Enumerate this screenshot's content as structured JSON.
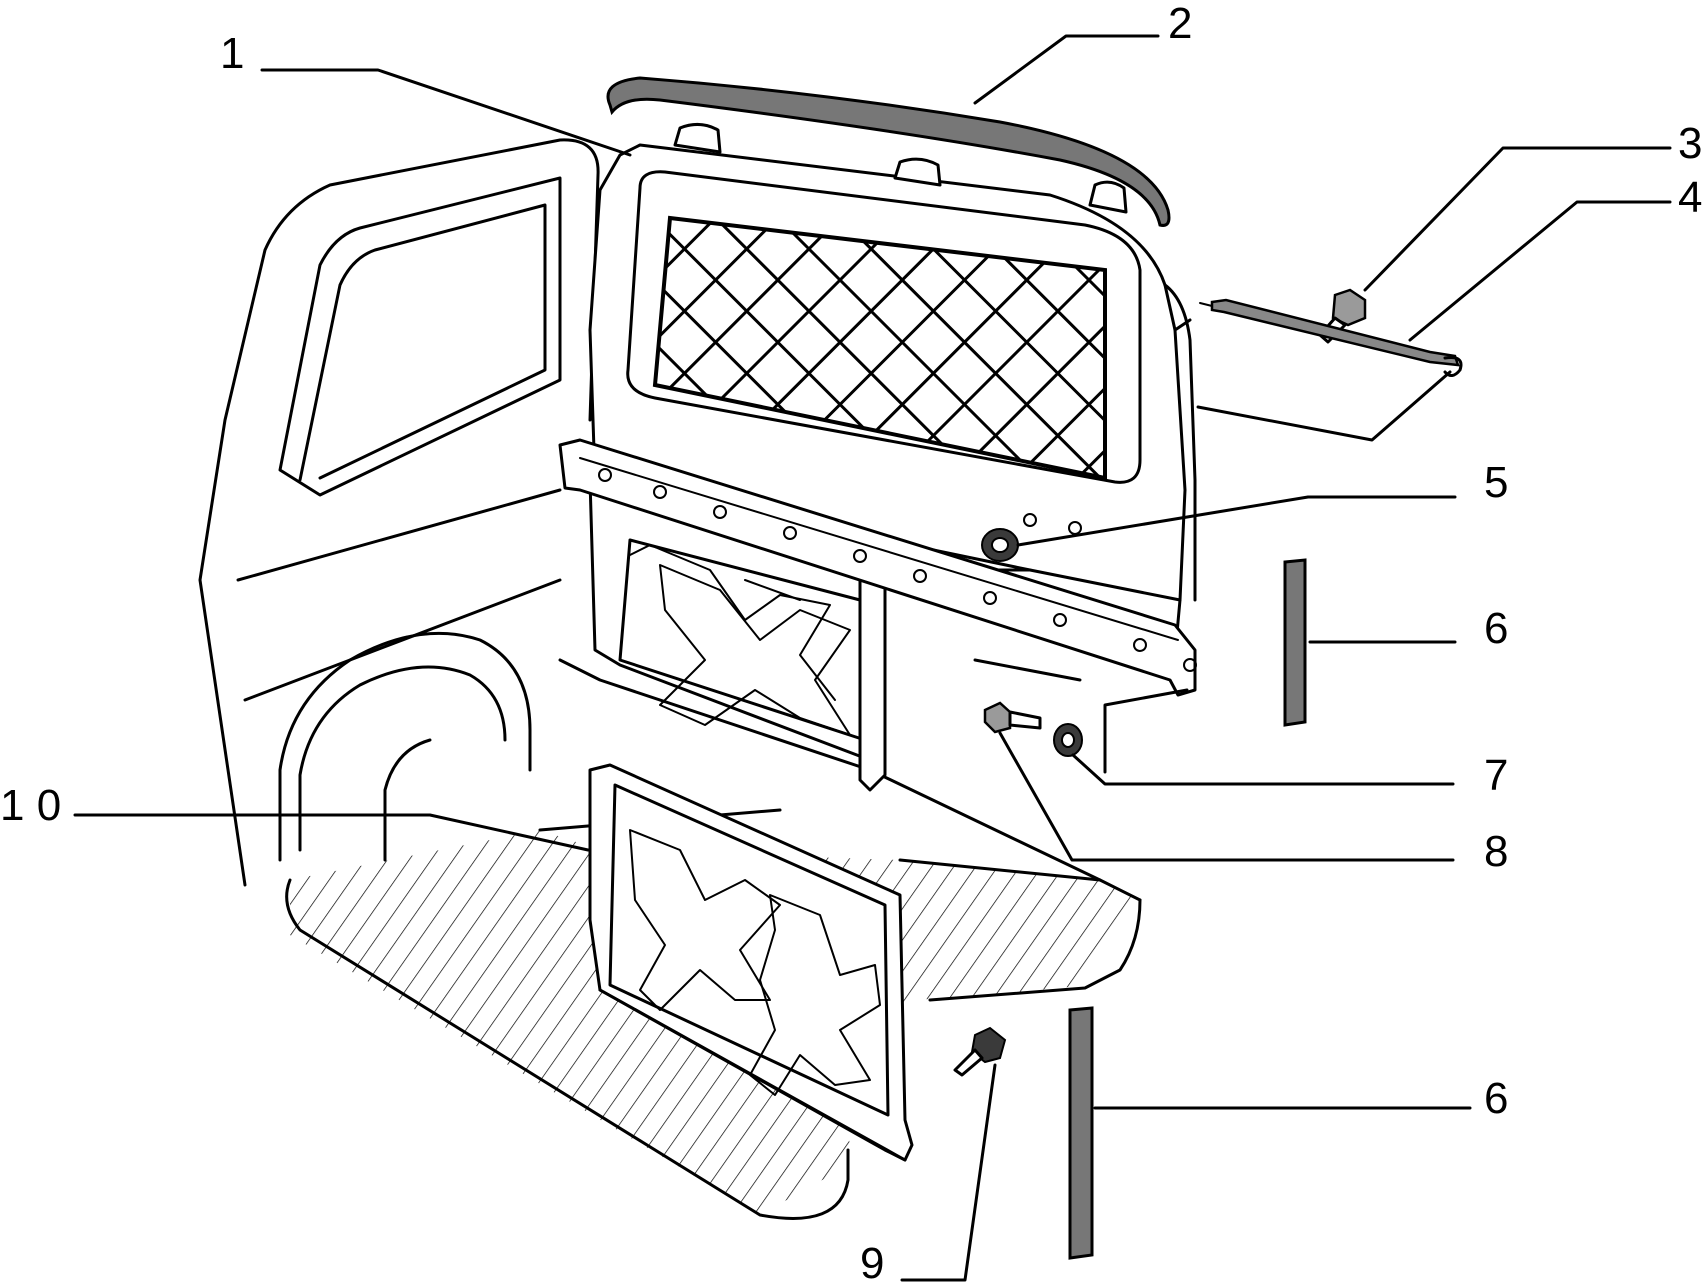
{
  "callouts": {
    "c1": "1",
    "c2": "2",
    "c3": "3",
    "c4": "4",
    "c5": "5",
    "c6a": "6",
    "c6b": "6",
    "c7": "7",
    "c8": "8",
    "c9": "9",
    "c10": "1 0"
  }
}
